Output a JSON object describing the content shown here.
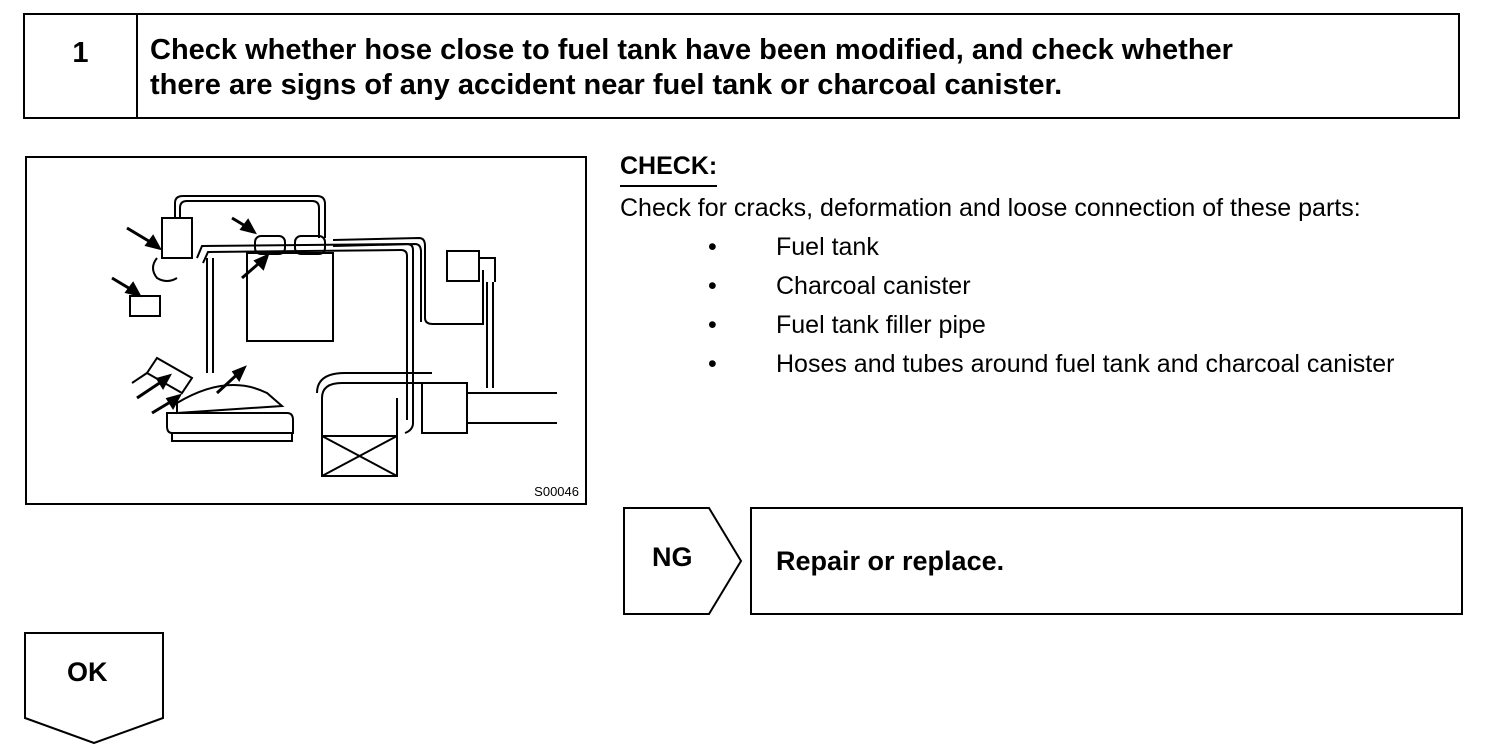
{
  "step": {
    "number": "1",
    "title_line1": "Check whether hose close to fuel tank have been modified, and check whether",
    "title_line2": "there are signs of any accident near fuel tank or charcoal canister."
  },
  "figure": {
    "code": "S00046"
  },
  "check": {
    "heading": "CHECK:",
    "description": "Check for cracks, deformation and loose connection of these parts:",
    "parts": [
      "Fuel tank",
      "Charcoal canister",
      "Fuel tank filler pipe",
      "Hoses and tubes around fuel tank and charcoal canister"
    ],
    "bullet": "•"
  },
  "ng": {
    "label": "NG",
    "action": "Repair or replace."
  },
  "ok": {
    "label": "OK"
  }
}
